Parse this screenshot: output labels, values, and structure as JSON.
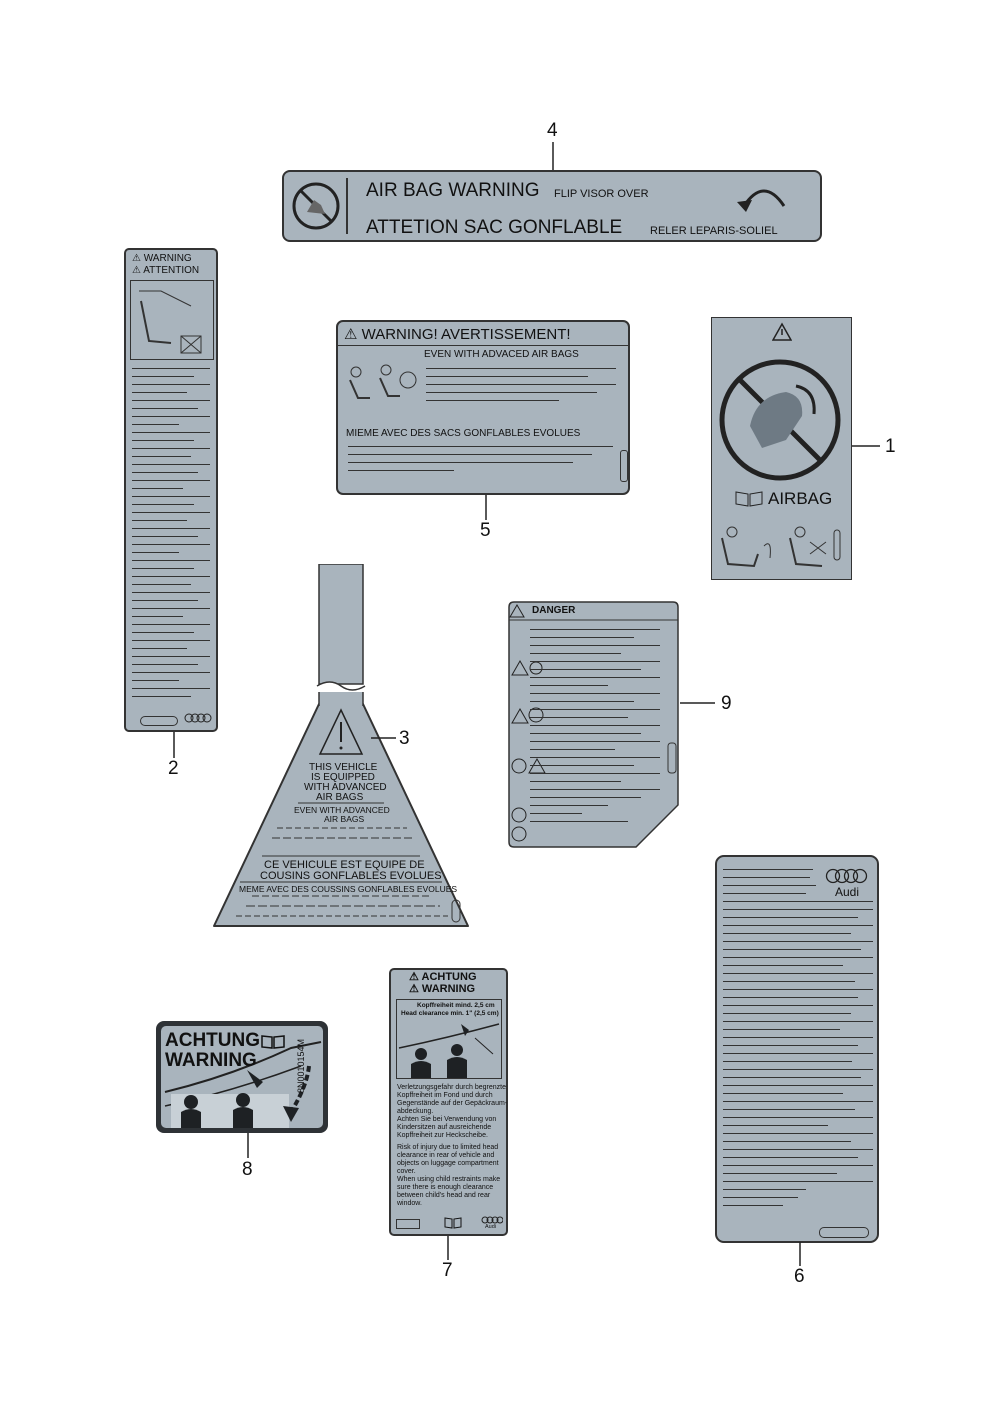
{
  "callouts": {
    "n1": "1",
    "n2": "2",
    "n3": "3",
    "n4": "4",
    "n5": "5",
    "n6": "6",
    "n7": "7",
    "n8": "8",
    "n9": "9"
  },
  "label4": {
    "line1": "AIR BAG WARNING",
    "line1_small": "FLIP VISOR OVER",
    "line2": "ATTETION SAC GONFLABLE",
    "line2_small": "RELER LEPARIS-SOLIEL"
  },
  "label2": {
    "warning": "⚠ WARNING",
    "attention": "⚠ ATTENTION"
  },
  "label5": {
    "title": "⚠ WARNING!  AVERTISSEMENT!",
    "sub1": "EVEN WITH ADVACED AIR BAGS",
    "sub2": "MIEME AVEC DES SACS GONFLABLES EVOLUES"
  },
  "label1": {
    "airbag": "AIRBAG"
  },
  "label3": {
    "t1": "THIS VEHICLE",
    "t2": "IS EQUIPPED",
    "t3": "WITH ADVANCED",
    "t4": "AIR BAGS",
    "t5": "EVEN WITH ADVANCED",
    "t6": "AIR BAGS",
    "t7": "CE VEHICULE EST EQUIPE DE",
    "t8": "COUSINS GONFLABLES EVOLUES",
    "t9": "MEME AVEC DES COUSSINS GONFLABLES EVOLUES"
  },
  "label9": {
    "danger": "DANGER"
  },
  "label6": {
    "brand": "Audi"
  },
  "label8": {
    "achtung": "ACHTUNG",
    "warning": "WARNING",
    "code": "8N0010154M"
  },
  "label7": {
    "achtung": "⚠ ACHTUNG",
    "warning": "⚠ WARNING",
    "clear1": "Kopffreiheit mind. 2,5 cm",
    "clear2": "Head clearance min. 1\" (2,5 cm)",
    "de1": "Verletzungsgefahr durch begrenzte",
    "de2": "Kopffreiheit im Fond und durch",
    "de3": "Gegenstände auf der Gepäckraum-",
    "de4": "abdeckung.",
    "de5": "Achten Sie bei Verwendung von",
    "de6": "Kindersitzen auf ausreichende",
    "de7": "Kopffreiheit zur Heckscheibe.",
    "en1": "Risk of injury due to limited head",
    "en2": "clearance in rear of vehicle and",
    "en3": "objects on luggage compartment",
    "en4": "cover.",
    "en5": "When using child restraints make",
    "en6": "sure there is enough clearance",
    "en7": "between child's head and rear",
    "en8": "window.",
    "brand": "Audi"
  }
}
